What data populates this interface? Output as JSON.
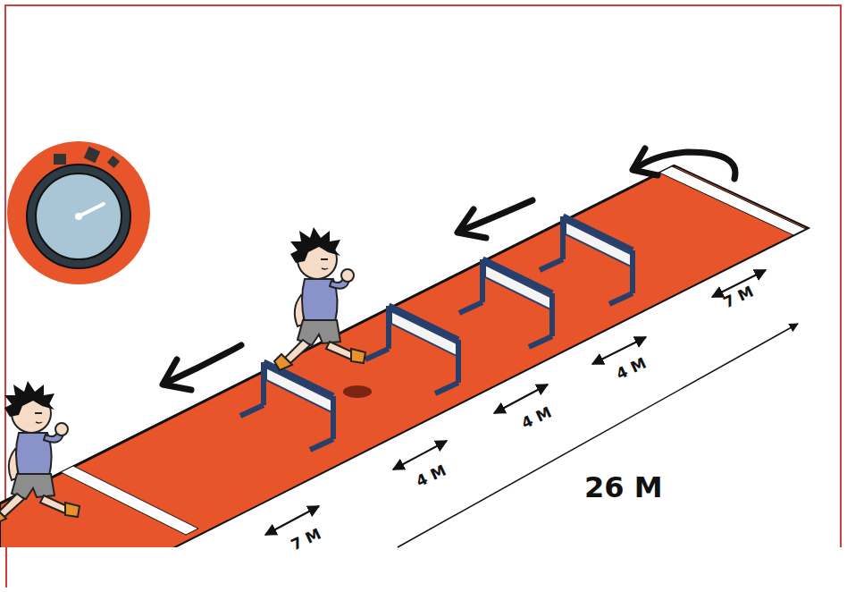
{
  "diagram": {
    "labels": [
      "7 M",
      "4 M",
      "4 M",
      "4 M",
      "26 M",
      "7 M"
    ]
  }
}
